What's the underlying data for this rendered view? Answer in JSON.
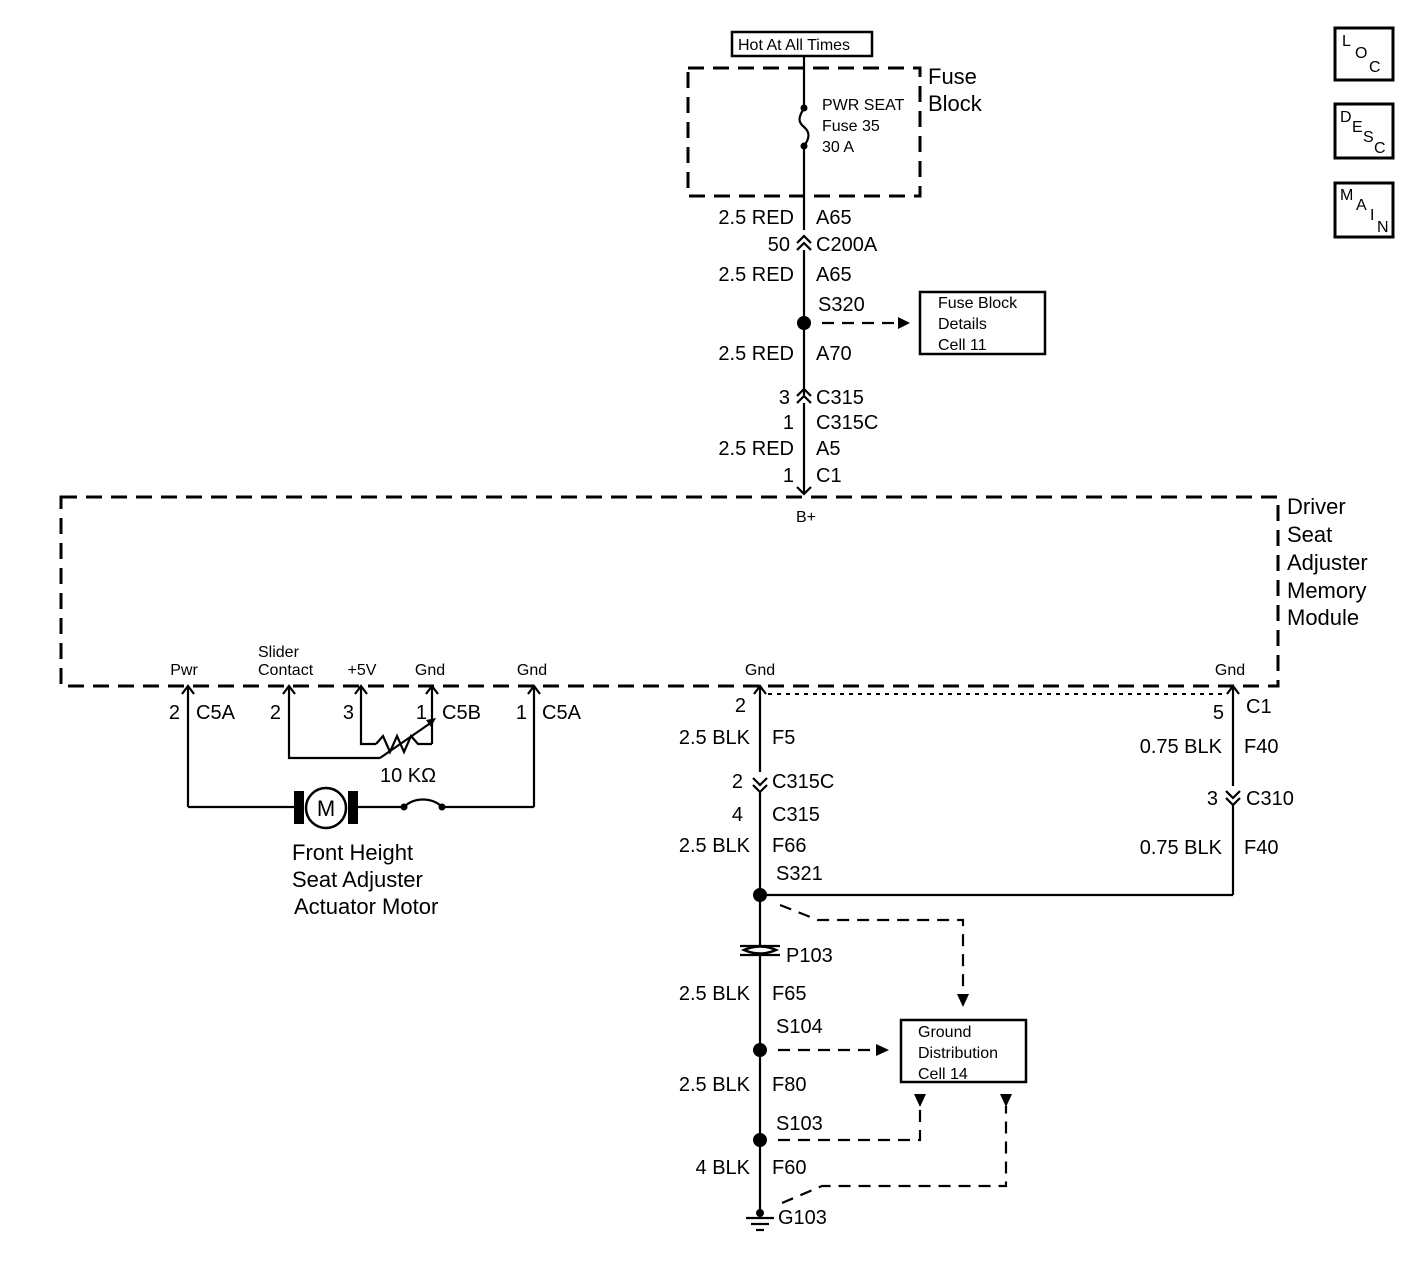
{
  "nav": {
    "loc": [
      "L",
      "O",
      "C"
    ],
    "desc": [
      "D",
      "E",
      "S",
      "C"
    ],
    "main": [
      "M",
      "A",
      "I",
      "N"
    ]
  },
  "power": {
    "hot_label": "Hot At All Times",
    "fuse_block_label": [
      "Fuse",
      "Block"
    ],
    "fuse_text": [
      "PWR SEAT",
      "Fuse 35",
      "30 A"
    ]
  },
  "top_wire": {
    "wire1": "2.5 RED",
    "circuit1": "A65",
    "conn1_pin": "50",
    "conn1_name": "C200A",
    "wire2": "2.5 RED",
    "circuit2": "A65",
    "splice": "S320",
    "wire3": "2.5 RED",
    "circuit3": "A70",
    "conn2_pin": "3",
    "conn2_name": "C315",
    "conn3_pin": "1",
    "conn3_name": "C315C",
    "wire4": "2.5 RED",
    "circuit4": "A5",
    "conn4_pin": "1",
    "conn4_name": "C1",
    "terminal": "B+"
  },
  "refs": {
    "fuse_details": [
      "Fuse Block",
      "Details",
      "Cell 11"
    ],
    "ground_dist": [
      "Ground",
      "Distribution",
      "Cell 14"
    ]
  },
  "module": {
    "name": [
      "Driver",
      "Seat",
      "Adjuster",
      "Memory",
      "Module"
    ],
    "pins": {
      "pwr": "Pwr",
      "slider": [
        "Slider",
        "Contact"
      ],
      "ref5v": "+5V",
      "gnd_a": "Gnd",
      "gnd_b": "Gnd",
      "gnd_c": "Gnd",
      "gnd_d": "Gnd"
    }
  },
  "motor_circuit": {
    "pwr_pin": "2",
    "pwr_conn": "C5A",
    "slider_pin": "2",
    "ref_pin": "3",
    "gnd_pin": "1",
    "gnd_conn": "C5B",
    "gnd2_pin": "1",
    "gnd2_conn": "C5A",
    "resistor": "10 KΩ",
    "motor_symbol": "M",
    "motor_label": [
      "Front Height",
      "Seat Adjuster",
      "Actuator Motor"
    ]
  },
  "ground_wire": {
    "pin_a": "2",
    "wire_a": "2.5 BLK",
    "circuit_a": "F5",
    "conn_a_pin": "2",
    "conn_a_name": "C315C",
    "conn_b_pin": "4",
    "conn_b_name": "C315",
    "wire_b": "2.5 BLK",
    "circuit_b": "F66",
    "splice_a": "S321",
    "passthru": "P103",
    "wire_c": "2.5 BLK",
    "circuit_c": "F65",
    "splice_b": "S104",
    "wire_d": "2.5 BLK",
    "circuit_d": "F80",
    "splice_c": "S103",
    "wire_e": "4 BLK",
    "circuit_e": "F60",
    "ground": "G103"
  },
  "right_ground": {
    "pin": "5",
    "conn": "C1",
    "wire_a": "0.75 BLK",
    "circuit_a": "F40",
    "conn2_pin": "3",
    "conn2_name": "C310",
    "wire_b": "0.75 BLK",
    "circuit_b": "F40"
  }
}
